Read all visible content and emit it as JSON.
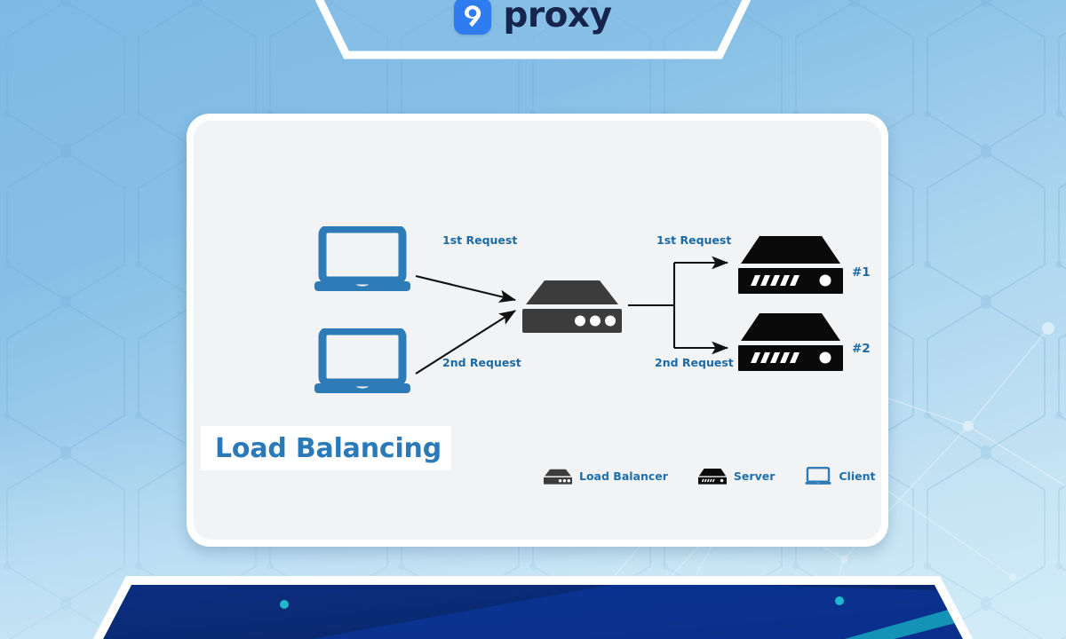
{
  "brand": {
    "logo_icon": "nineproxy-logo-icon",
    "word": "proxy"
  },
  "card": {
    "title": "Load Balancing"
  },
  "diagram": {
    "clients": [
      {
        "icon": "laptop-icon",
        "name": "client-1"
      },
      {
        "icon": "laptop-icon",
        "name": "client-2"
      }
    ],
    "load_balancer": {
      "icon": "load-balancer-icon",
      "name": "load-balancer"
    },
    "servers": [
      {
        "icon": "server-icon",
        "badge": "#1"
      },
      {
        "icon": "server-icon",
        "badge": "#2"
      }
    ],
    "edge_labels": {
      "client1_to_lb": "1st Request",
      "client2_to_lb": "2nd Request",
      "lb_to_server1": "1st Request",
      "lb_to_server2": "2nd Request"
    }
  },
  "legend": {
    "items": [
      {
        "icon": "load-balancer-icon",
        "label": "Load Balancer"
      },
      {
        "icon": "server-icon",
        "label": "Server"
      },
      {
        "icon": "laptop-icon",
        "label": "Client"
      }
    ]
  },
  "colors": {
    "accent_blue": "#2a7ab9",
    "label_blue": "#1a6aa8",
    "logo_blue": "#2f7bf0",
    "logo_navy": "#17254d",
    "load_balancer_gray": "#3c3c3c",
    "server_black": "#0a0a0a",
    "card_surface": "#f2f3f4",
    "banner_navy": "#0c2b78"
  }
}
